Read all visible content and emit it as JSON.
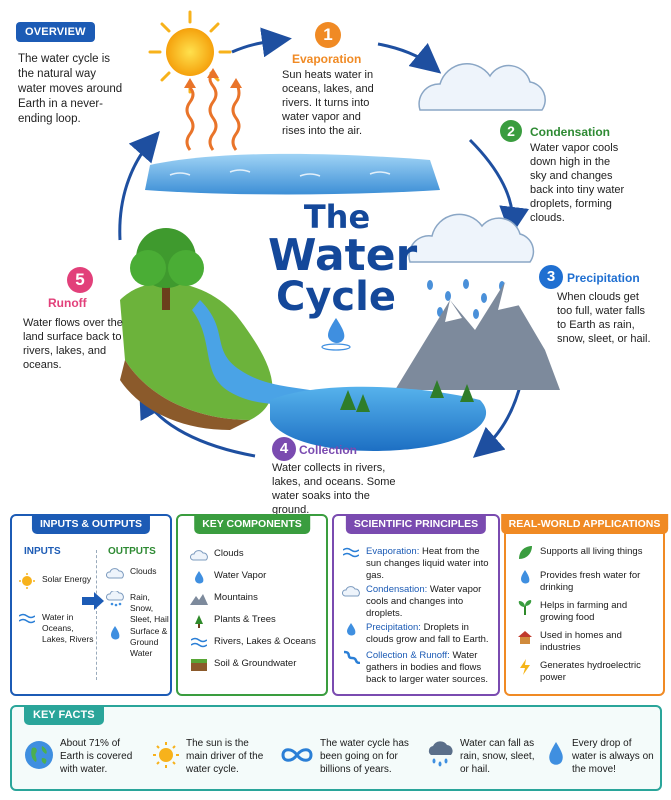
{
  "overview": {
    "badge": "OVERVIEW",
    "text": "The water cycle is the natural way water moves around Earth in a never-ending loop."
  },
  "title": {
    "line1": "The",
    "line2": "Water",
    "line3": "Cycle"
  },
  "steps": [
    {
      "num": "1",
      "title": "Evaporation",
      "text": "Sun heats water in oceans, lakes, and rivers. It turns into water vapor and rises into the air.",
      "color": "#f08a24"
    },
    {
      "num": "2",
      "title": "Condensation",
      "text": "Water vapor cools down high in the sky and changes back into tiny water droplets, forming clouds.",
      "color": "#3a9d3f"
    },
    {
      "num": "3",
      "title": "Precipitation",
      "text": "When clouds get too full, water falls to Earth as rain, snow, sleet, or hail.",
      "color": "#1f6fd1"
    },
    {
      "num": "4",
      "title": "Collection",
      "text": "Water collects in rivers, lakes, and oceans. Some water soaks into the ground.",
      "color": "#7a4bb0"
    },
    {
      "num": "5",
      "title": "Runoff",
      "text": "Water flows over the land surface back to rivers, lakes, and oceans.",
      "color": "#e2407a"
    }
  ],
  "inputs_outputs": {
    "header": "INPUTS & OUTPUTS",
    "inputs_label": "INPUTS",
    "outputs_label": "OUTPUTS",
    "inputs": [
      {
        "icon": "sun-icon",
        "label": "Solar Energy"
      },
      {
        "icon": "water-waves-icon",
        "label": "Water in Oceans, Lakes, Rivers"
      }
    ],
    "outputs": [
      {
        "icon": "cloud-icon",
        "label": "Clouds"
      },
      {
        "icon": "rain-cloud-icon",
        "label": "Rain, Snow, Sleet, Hail"
      },
      {
        "icon": "water-drop-icon",
        "label": "Surface & Ground Water"
      }
    ]
  },
  "key_components": {
    "header": "KEY COMPONENTS",
    "items": [
      {
        "icon": "cloud-icon",
        "label": "Clouds"
      },
      {
        "icon": "water-drop-icon",
        "label": "Water Vapor"
      },
      {
        "icon": "mountain-icon",
        "label": "Mountains"
      },
      {
        "icon": "tree-icon",
        "label": "Plants & Trees"
      },
      {
        "icon": "water-waves-icon",
        "label": "Rivers, Lakes & Oceans"
      },
      {
        "icon": "soil-icon",
        "label": "Soil & Groundwater"
      }
    ]
  },
  "scientific_principles": {
    "header": "SCIENTIFIC PRINCIPLES",
    "items": [
      {
        "icon": "heat-waves-icon",
        "term": "Evaporation:",
        "text": "Heat from the sun changes liquid water into gas."
      },
      {
        "icon": "cloud-icon",
        "term": "Condensation:",
        "text": "Water vapor cools and changes into droplets."
      },
      {
        "icon": "water-drop-icon",
        "term": "Precipitation:",
        "text": "Droplets in clouds grow and fall to Earth."
      },
      {
        "icon": "river-icon",
        "term": "Collection & Runoff:",
        "text": "Water gathers in bodies and flows back to larger water sources."
      }
    ]
  },
  "real_world": {
    "header": "REAL-WORLD APPLICATIONS",
    "items": [
      {
        "icon": "leaf-icon",
        "label": "Supports all living things"
      },
      {
        "icon": "water-drop-icon",
        "label": "Provides fresh water for drinking"
      },
      {
        "icon": "sprout-icon",
        "label": "Helps in farming and growing food"
      },
      {
        "icon": "house-icon",
        "label": "Used in homes and industries"
      },
      {
        "icon": "lightning-icon",
        "label": "Generates hydroelectric power"
      }
    ]
  },
  "key_facts": {
    "header": "KEY FACTS",
    "items": [
      {
        "icon": "globe-icon",
        "text": "About 71% of Earth is covered with water."
      },
      {
        "icon": "sun-icon",
        "text": "The sun is the main driver of the water cycle."
      },
      {
        "icon": "infinity-icon",
        "text": "The water cycle has been going on for billions of years."
      },
      {
        "icon": "rain-cloud-icon",
        "text": "Water can fall as rain, snow, sleet, or hail."
      },
      {
        "icon": "water-drop-icon",
        "text": "Every drop of water is always on the move!"
      }
    ]
  }
}
